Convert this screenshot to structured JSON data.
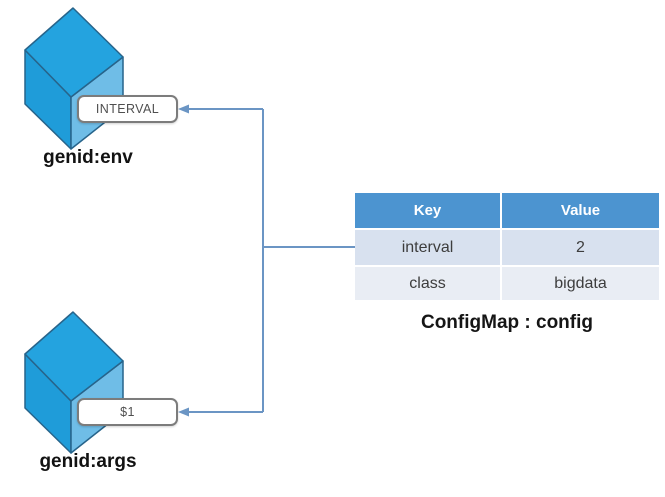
{
  "nodes": [
    {
      "caption": "genid:env",
      "badge": "INTERVAL"
    },
    {
      "caption": "genid:args",
      "badge": "$1"
    }
  ],
  "configmap": {
    "caption": "ConfigMap : config",
    "columns": [
      "Key",
      "Value"
    ],
    "rows": [
      [
        "interval",
        "2"
      ],
      [
        "class",
        "bigdata"
      ]
    ]
  },
  "colors": {
    "cube_top": "#24a3df",
    "cube_left": "#1f9cd9",
    "cube_right": "#6fbde7",
    "cube_edge": "#27648b",
    "connector": "#6b95c4",
    "table_header_bg": "#4c94d0",
    "table_row1_bg": "#d8e1ef",
    "table_row2_bg": "#e9edf4",
    "badge_border": "#7c7c7c"
  }
}
